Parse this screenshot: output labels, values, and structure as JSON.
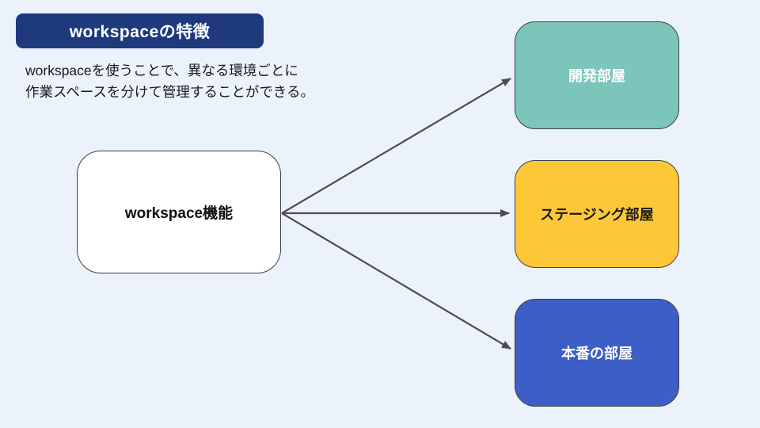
{
  "slide": {
    "title": "workspaceの特徴",
    "description": [
      "workspaceを使うことで、異なる環境ごとに",
      "作業スペースを分けて管理することができる。"
    ]
  },
  "diagram": {
    "source_node": {
      "label": "workspace機能",
      "bg": "#ffffff",
      "text_color": "#111111"
    },
    "target_nodes": [
      {
        "label": "開発部屋",
        "bg": "#7bc5ba",
        "text_color": "#ffffff"
      },
      {
        "label": "ステージング部屋",
        "bg": "#fdc838",
        "text_color": "#1a1a1a"
      },
      {
        "label": "本番の部屋",
        "bg": "#3d5ec6",
        "text_color": "#ffffff"
      }
    ]
  },
  "colors": {
    "background": "#ebf2fb",
    "title_bg": "#1e3a7d",
    "title_text": "#ffffff",
    "node_border": "#404040",
    "arrow": "#4d4d4d"
  }
}
